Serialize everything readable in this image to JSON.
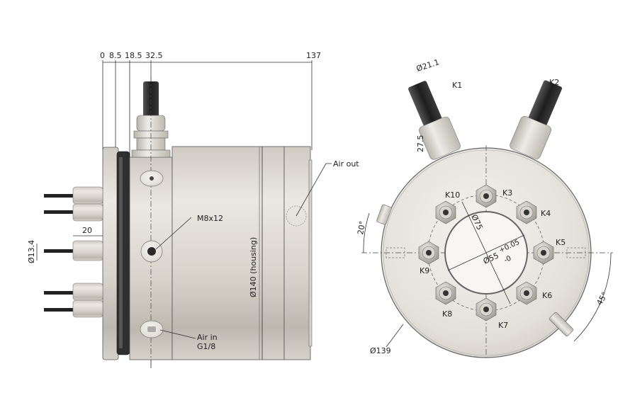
{
  "side_view": {
    "top_dimensions": [
      "0",
      "8.5",
      "18.5",
      "32.5",
      "137"
    ],
    "connector_length": "20",
    "connector_diameter": "Ø13.4",
    "mount_thread": "M8x12",
    "housing_diameter": "Ø140  (housing)",
    "air_in_line1": "Air in",
    "air_in_line2": "G1/8",
    "air_out": "Air out"
  },
  "front_view": {
    "connector_diameter": "Ø21.1",
    "connector_height": "27.5",
    "pitch_circle": "Ø75",
    "bore": "Ø55",
    "bore_tol_plus": "+0.05",
    "bore_tol_minus": "-0",
    "outer_diameter": "Ø139",
    "angle_upper": "20°",
    "angle_lower": "45°",
    "connectors": [
      "K1",
      "K2",
      "K3",
      "K4",
      "K5",
      "K6",
      "K7",
      "K8",
      "K9",
      "K10"
    ]
  },
  "colors": {
    "metal_light": "#e6e3dc",
    "metal_mid": "#c9c5bc",
    "metal_dark": "#8e8a82",
    "cable": "#2b2b2b",
    "line": "#333333"
  }
}
